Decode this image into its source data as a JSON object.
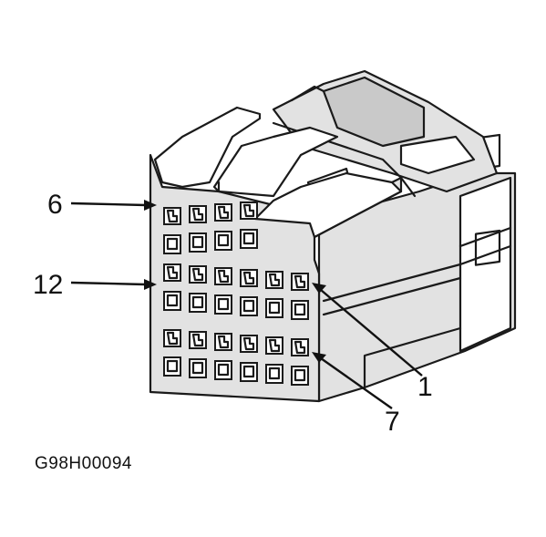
{
  "diagram": {
    "callouts": [
      {
        "id": "c6",
        "label": "6"
      },
      {
        "id": "c12",
        "label": "12"
      },
      {
        "id": "c1",
        "label": "1"
      },
      {
        "id": "c7",
        "label": "7"
      }
    ],
    "figure_code": "G98H00094"
  }
}
